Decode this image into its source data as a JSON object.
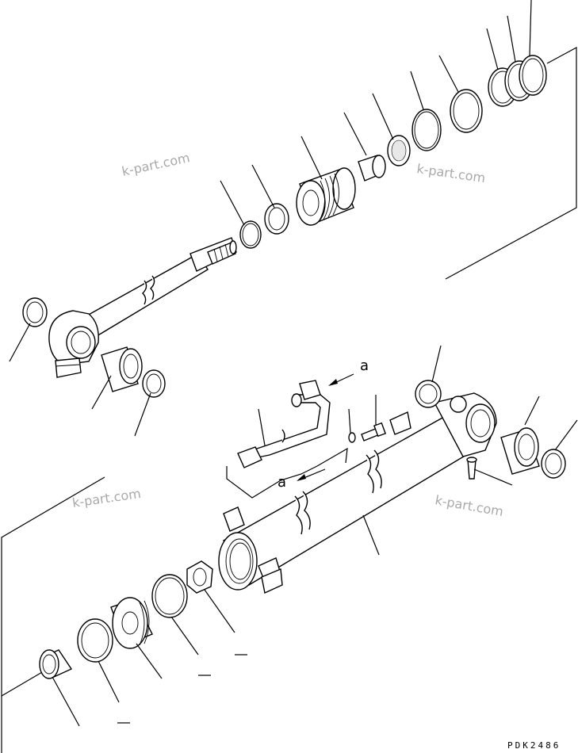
{
  "diagram": {
    "watermarks": [
      "k-part.com",
      "k-part.com",
      "k-part.com",
      "k-part.com"
    ],
    "arrow_labels": [
      "a",
      "a"
    ],
    "drawing_code": "PDK2486"
  }
}
